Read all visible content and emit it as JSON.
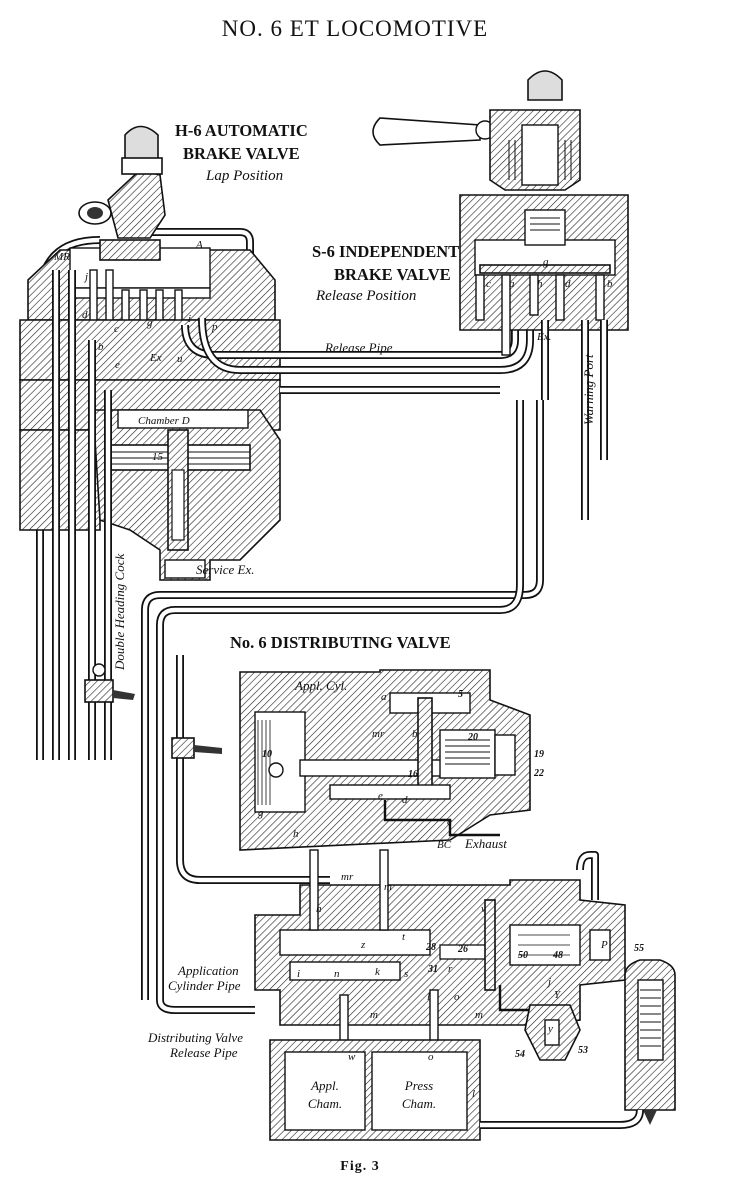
{
  "title": "NO. 6 ET LOCOMOTIVE",
  "automatic_valve": {
    "name_line1": "H-6 AUTOMATIC",
    "name_line2": "BRAKE VALVE",
    "position": "Lap Position"
  },
  "independent_valve": {
    "name_line1": "S-6 INDEPENDENT",
    "name_line2": "BRAKE VALVE",
    "position": "Release Position"
  },
  "distributing_valve": {
    "name": "No. 6 DISTRIBUTING VALVE"
  },
  "pipe_labels": {
    "release_pipe": "Release Pipe",
    "warning_port": "Warning Port",
    "double_heading_cock": "Double Heading Cock",
    "service_ex": "Service Ex.",
    "chamber_d": "Chamber D",
    "appl_cyl": "Appl. Cyl.",
    "exhaust": "Exhaust",
    "application_cylinder_pipe_1": "Application",
    "application_cylinder_pipe_2": "Cylinder Pipe",
    "distributing_valve_release_pipe_1": "Distributing Valve",
    "distributing_valve_release_pipe_2": "Release Pipe",
    "appl_cham_1": "Appl.",
    "appl_cham_2": "Cham.",
    "press_cham_1": "Press",
    "press_cham_2": "Cham."
  },
  "port_letters": {
    "auto": {
      "MR": "MR",
      "A": "A",
      "j": "j",
      "d": "d",
      "b": "b",
      "c": "c",
      "e": "e",
      "g": "g",
      "Ex": "Ex",
      "u": "u",
      "i": "i",
      "p": "p",
      "piston": "15"
    },
    "indep": {
      "c": "c",
      "a": "a",
      "h": "h",
      "d": "d",
      "b": "b",
      "g": "g",
      "Ex": "Ex."
    },
    "dist": {
      "a": "a",
      "mr": "mr",
      "b": "b",
      "n5": "5",
      "n20": "20",
      "n19": "19",
      "n22": "22",
      "n10": "10",
      "n16": "16",
      "e": "e",
      "d": "d",
      "c": "c",
      "g": "g",
      "h": "h",
      "BC": "BC",
      "mr2": "mr",
      "m": "m",
      "h2": "h",
      "z": "z",
      "t": "t",
      "n28": "28",
      "n26": "26",
      "v": "v",
      "n50": "50",
      "n48": "48",
      "P": "P",
      "n55": "55",
      "i": "i",
      "n": "n",
      "k": "k",
      "s": "s",
      "n31": "31",
      "r": "r",
      "o": "o",
      "j": "j",
      "Y": "Y",
      "m2": "m",
      "m3": "m",
      "w": "w",
      "o2": "o",
      "l": "l",
      "l2": "l",
      "n54": "54",
      "n53": "53",
      "y": "y"
    }
  },
  "figure": "Fig. 3"
}
